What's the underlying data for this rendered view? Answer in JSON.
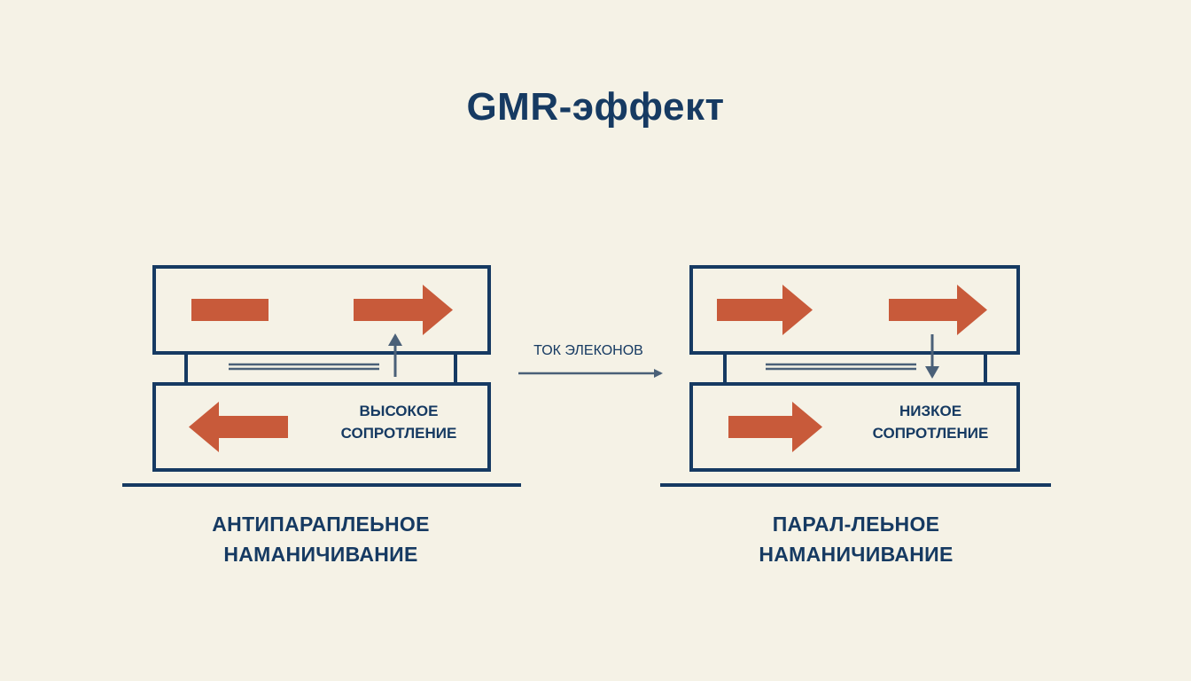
{
  "title": "GMR-эффект",
  "colors": {
    "background": "#f5f2e6",
    "frame": "#163a62",
    "magnet_arrow": "#c85a3a",
    "connector": "#4a6078"
  },
  "current_label": "ТОК ЭЛЕКОНОВ",
  "panels": [
    {
      "state": "antiparallel",
      "resistance_line1": "ВЫСОКОЕ",
      "resistance_line2": "СОПРОТЛЕНИЕ",
      "caption_line1": "АНТИПАРАПЛЕЬНОЕ",
      "caption_line2": "НАМАНИЧИВАНИЕ",
      "electron_arrow": "up"
    },
    {
      "state": "parallel",
      "resistance_line1": "НИЗКОЕ",
      "resistance_line2": "СОПРОТЛЕНИЕ",
      "caption_line1": "ПАРАЛ-ЛЕЬНОЕ",
      "caption_line2": "НАМАНИЧИВАНИЕ",
      "electron_arrow": "down"
    }
  ]
}
